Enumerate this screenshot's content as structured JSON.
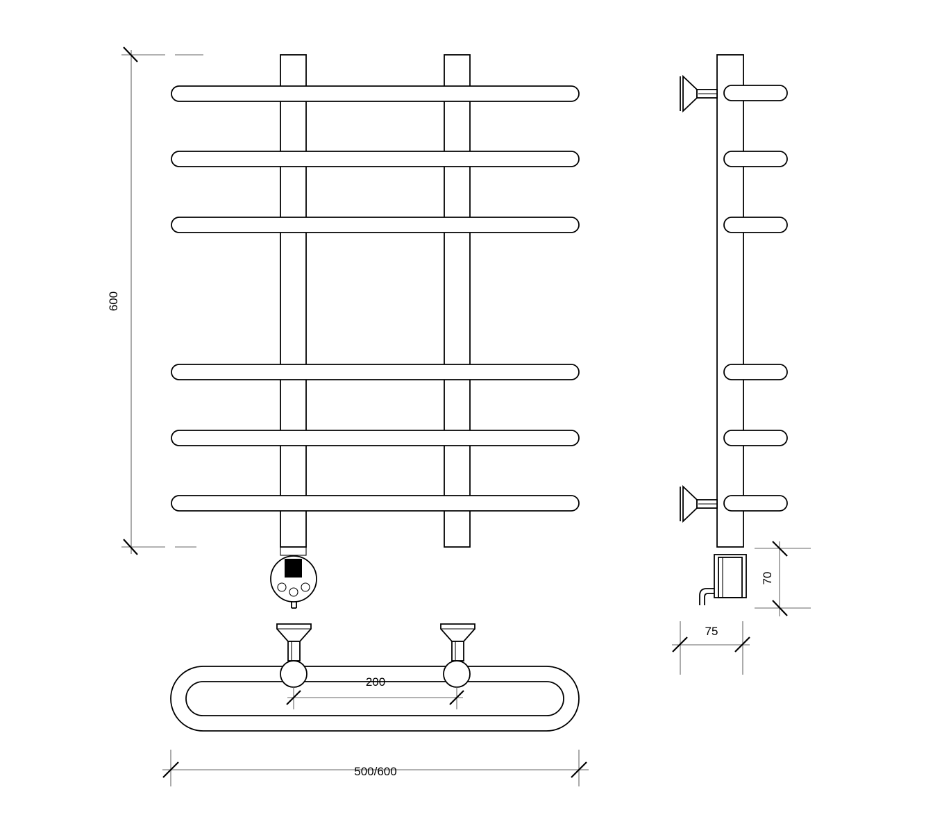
{
  "drawing": {
    "dimensions": {
      "height": "600",
      "width": "500/600",
      "post_spacing": "200",
      "depth": "75",
      "block_height": "70"
    }
  }
}
